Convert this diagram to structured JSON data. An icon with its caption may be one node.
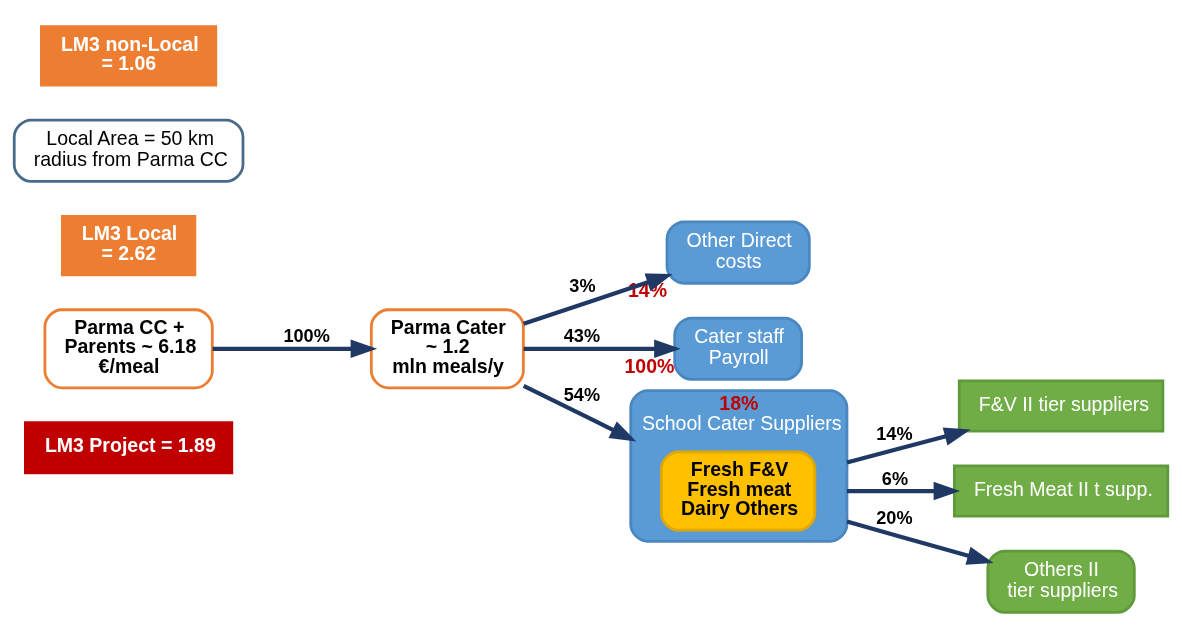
{
  "diagram": {
    "nodes": [
      {
        "text": [
          "LM3 Project = 1.89"
        ]
      },
      {
        "text": [
          "Other Direct costs"
        ],
        "beside": [
          "14%"
        ]
      },
      {
        "text": [
          "LM3 Local = 2.62"
        ]
      },
      {
        "text": [
          "Parma CC + Parents ~ 6.18 €/meal"
        ]
      },
      {
        "text": [
          "Cater staff Payroll"
        ],
        "beside": [
          "100%"
        ]
      },
      {
        "text": [
          "Local Area = 50 km radius from Parma CC"
        ]
      },
      {
        "text": [
          "School Cater Suppliers"
        ],
        "beside": [
          "18%"
        ]
      },
      {
        "text": [
          "Fresh F&V Fresh meat Dairy Others"
        ],
        "in": 6
      },
      {
        "text": [
          "F&V II tier suppliers"
        ]
      },
      {
        "text": [
          "Fresh Meat II t supp."
        ]
      },
      {
        "text": [
          "Parma Cater ~ 1.2 mln meals/y"
        ]
      },
      {
        "text": [
          "Others II tier suppliers"
        ]
      },
      {
        "text": [
          "LM3 non-Local = 1.06"
        ]
      }
    ],
    "edges": [
      {
        "from": 3,
        "to": 10,
        "arrow": "to",
        "label": "100%"
      },
      {
        "from": 10,
        "to": 4,
        "arrow": "to",
        "label": "43%"
      },
      {
        "from": 10,
        "to": 1,
        "arrow": "to",
        "label": "3%"
      },
      {
        "from": 10,
        "to": 6,
        "arrow": "to",
        "label": "54%"
      },
      {
        "from": 6,
        "to": 8,
        "arrow": "to",
        "label": "14%"
      },
      {
        "from": 6,
        "to": 9,
        "arrow": "to",
        "label": "6%"
      },
      {
        "from": 6,
        "to": 11,
        "arrow": "to",
        "label": "20%"
      }
    ]
  }
}
